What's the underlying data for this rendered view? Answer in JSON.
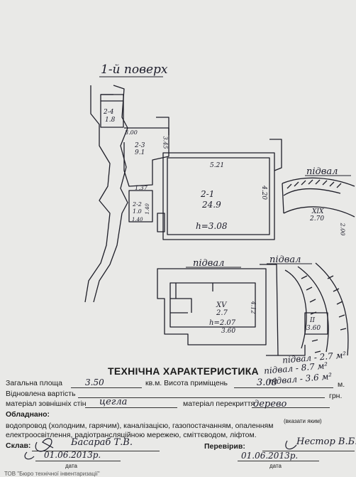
{
  "plan": {
    "floor_label": "1-й поверх",
    "rooms": [
      {
        "id": "2-4",
        "area": "1.8"
      },
      {
        "id": "2-3",
        "area": "9.1"
      },
      {
        "id": "2-2",
        "area": "1.0"
      },
      {
        "id": "2-1",
        "area": "24.9"
      },
      {
        "id": "XV",
        "area": "2.7"
      },
      {
        "id": "XIX",
        "area": "2.70"
      },
      {
        "id": "II",
        "area": "3.60"
      }
    ],
    "dims": [
      "3.00",
      "3.45",
      "5.21",
      "4.20",
      "1.37",
      "1.40",
      "1.40",
      "2.70",
      "2.00",
      "3.60",
      "4.12"
    ],
    "heights": [
      "h=3.08",
      "h=2.07"
    ],
    "basement_labels": [
      "підвал",
      "підвал",
      "підвал"
    ],
    "basement_notes": [
      "підвал - 2.7 м²",
      "підвал - 8.7 м²",
      "підвал - 3.6 м²"
    ]
  },
  "spec": {
    "title": "ТЕХНІЧНА ХАРАКТЕРИСТИКА",
    "total_area_label": "Загальна площа",
    "total_area_value": "3.50",
    "unit_height_label": "кв.м. Висота приміщень",
    "height_value": "3.08",
    "m_unit": "м.",
    "restored_cost_label": "Відновлена вартість",
    "uah_unit": "грн.",
    "walls_label": "матеріал зовнішніх стін",
    "walls_value": "цегла",
    "floor_label": "матеріал перекриття",
    "floor_value": "дерево",
    "equipment_label": "Обладнано:",
    "equipment_line1": "водопровод (холодним, гарячим), каналізацією, газопостачанням, опаленням",
    "specify_note": "(вказати яким)",
    "equipment_line2": "електроосвітлення, радіотрансляційною мережею, сміттєводом, ліфтом.",
    "compiled_label": "Склав:",
    "compiled_sig": "Басараб Т.В.",
    "checked_label": "Перевірив:",
    "checked_sig": "Нестор В.Б.",
    "date1": "01.06.2013р.",
    "date2": "01.06.2013р.",
    "date_caption": "дата",
    "footer": "ТОВ \"Бюро технічної інвентаризації\""
  }
}
